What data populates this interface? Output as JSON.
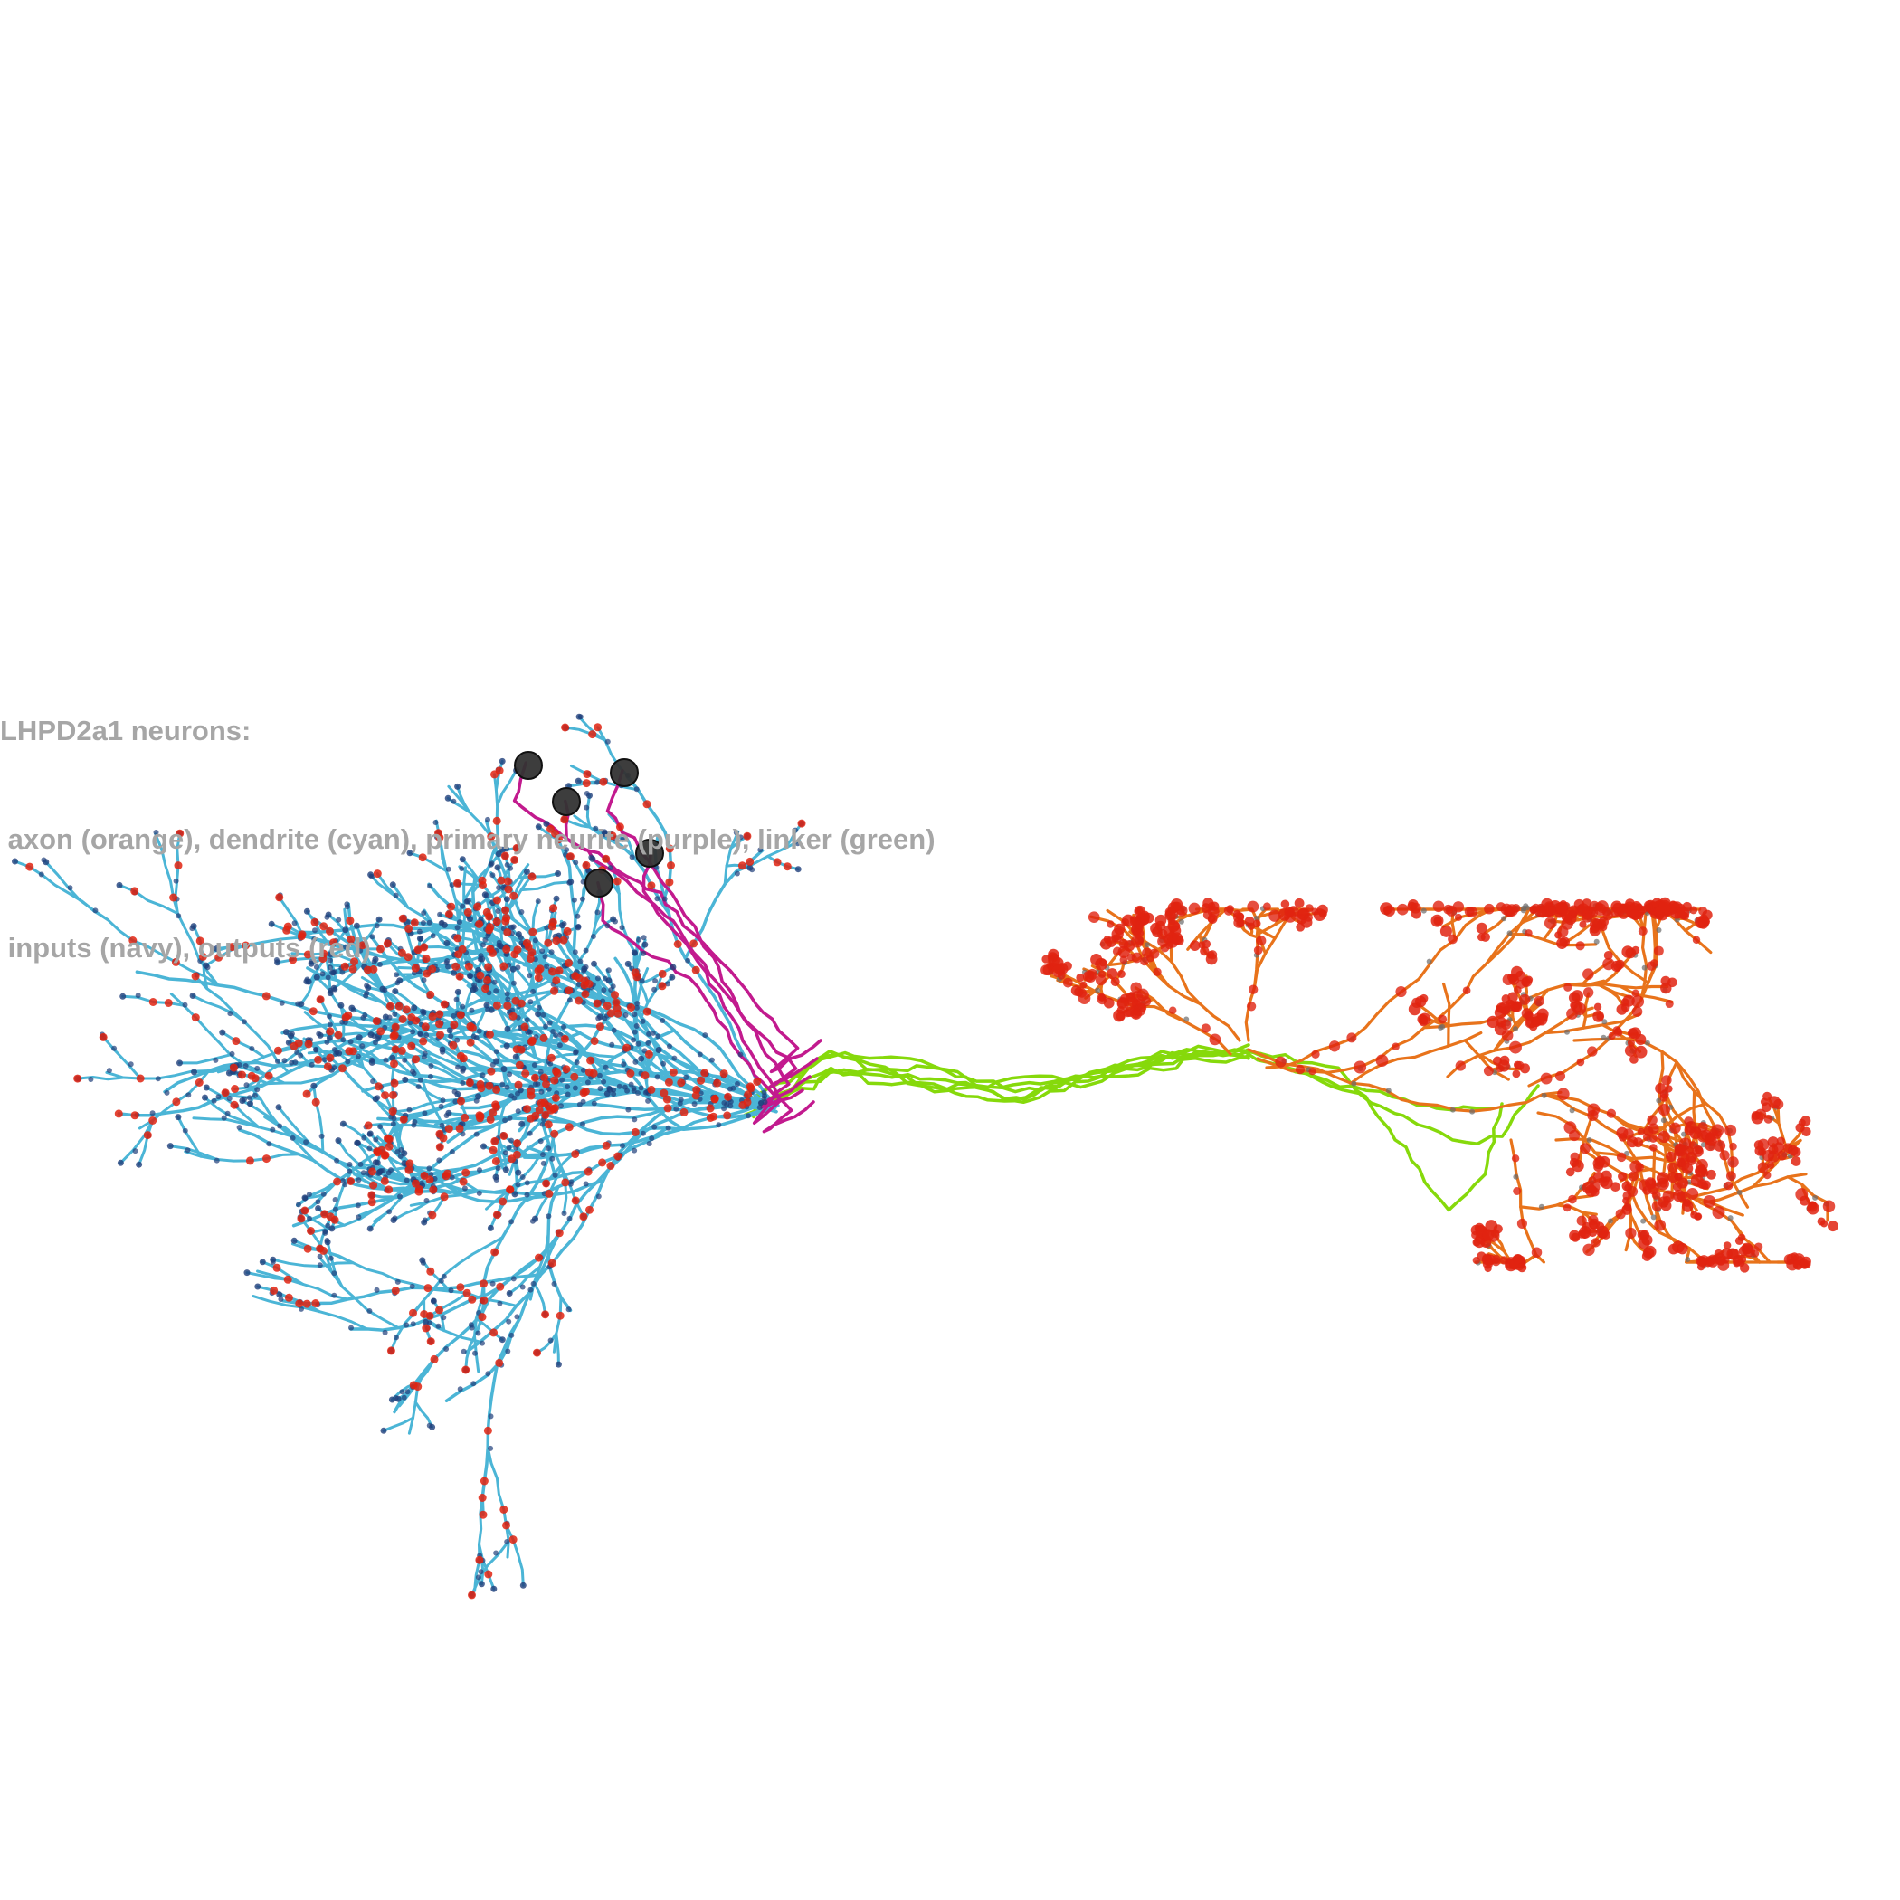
{
  "caption": {
    "line1": "LHPD2a1 neurons:",
    "line2": " axon (orange), dendrite (cyan), primary neurite (purple), linker (green)",
    "line3": " inputs (navy), outputs (red)"
  },
  "colors": {
    "background": "#ffffff",
    "caption": "#a6a6a6",
    "axon": "#e8731b",
    "dendrite": "#4bb5d6",
    "primary_neurite": "#c21a8e",
    "linker": "#86d90b",
    "inputs": "#1f3f7a",
    "outputs": "#e02310",
    "soma": "#333333"
  },
  "legend": [
    {
      "compartment": "axon",
      "color": "orange"
    },
    {
      "compartment": "dendrite",
      "color": "cyan"
    },
    {
      "compartment": "primary neurite",
      "color": "purple"
    },
    {
      "compartment": "linker",
      "color": "green"
    },
    {
      "compartment": "inputs",
      "color": "navy"
    },
    {
      "compartment": "outputs",
      "color": "red"
    }
  ],
  "neuron_count": 5
}
